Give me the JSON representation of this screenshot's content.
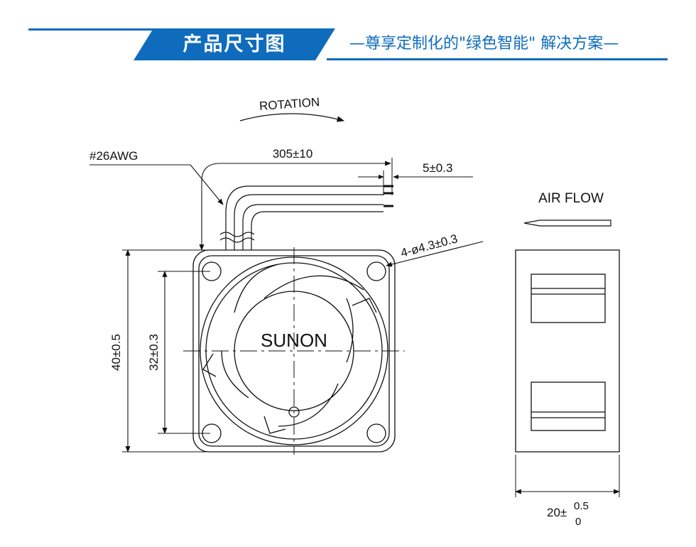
{
  "header": {
    "title": "产品尺寸图",
    "subtitle": "—尊享定制化的\"绿色智能\" 解决方案—"
  },
  "drawing": {
    "rotation_label": "ROTATION",
    "wire_gauge": "#26AWG",
    "lead_length": "305±10",
    "strip_length": "5±0.3",
    "hole_spec": "4-ø4.3±0.3",
    "fan_size": "40±0.5",
    "hole_pitch": "32±0.3",
    "brand": "SUNON",
    "air_flow_label": "AIR FLOW",
    "thickness_base": "20±",
    "thickness_upper": "0.5",
    "thickness_lower": "0"
  },
  "colors": {
    "accent": "#0f6cbd",
    "line": "#111111"
  }
}
